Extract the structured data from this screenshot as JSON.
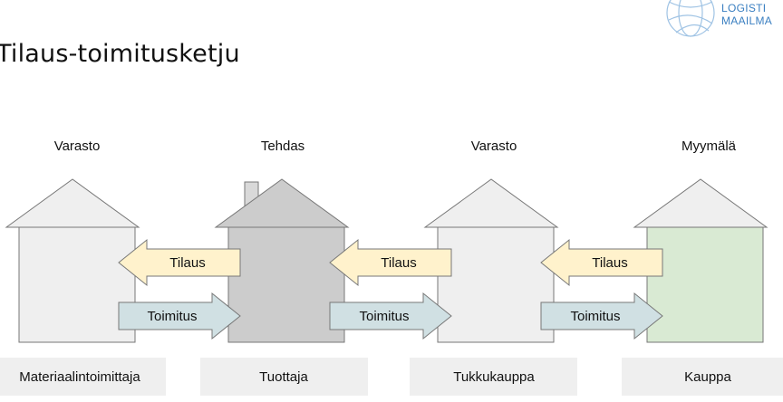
{
  "title": "Tilaus-toimitusketju",
  "logo": {
    "line1": "LOGISTI",
    "line2": "MAAILMA"
  },
  "buildings": [
    {
      "top_label": "Varasto",
      "role": "Materiaalintoimittaja",
      "fill": "#efefef"
    },
    {
      "top_label": "Tehdas",
      "role": "Tuottaja",
      "fill": "#cccccc"
    },
    {
      "top_label": "Varasto",
      "role": "Tukkukauppa",
      "fill": "#efefef"
    },
    {
      "top_label": "Myymälä",
      "role": "Kauppa",
      "fill": "#d9ead3"
    }
  ],
  "arrows": {
    "order_label": "Tilaus",
    "delivery_label": "Toimitus",
    "order_fill": "#fff2cc",
    "delivery_fill": "#d0e0e3"
  }
}
